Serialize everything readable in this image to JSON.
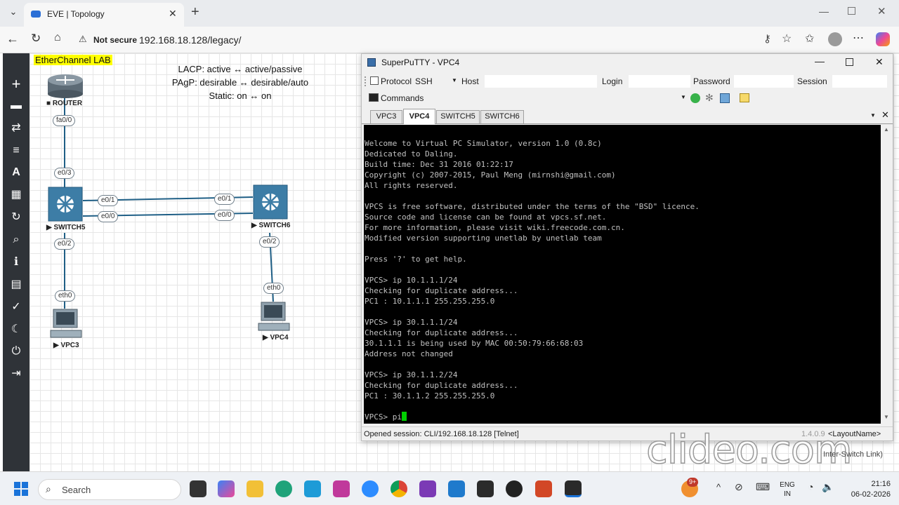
{
  "browser": {
    "tab_title": "EVE | Topology",
    "security_label": "Not secure",
    "url": "192.168.18.128/legacy/"
  },
  "topology": {
    "lab_title": "EtherChannel LAB",
    "notes": [
      "LACP: active ↔ active/passive",
      "PAgP: desirable ↔ desirable/auto",
      "Static: on ↔ on"
    ],
    "nodes": {
      "router": "ROUTER",
      "switch5": "SWITCH5",
      "switch6": "SWITCH6",
      "vpc3": "VPC3",
      "vpc4": "VPC4"
    },
    "ports": {
      "router_fa00": "fa0/0",
      "sw5_e03": "e0/3",
      "sw5_e01": "e0/1",
      "sw5_e00": "e0/0",
      "sw6_e01": "e0/1",
      "sw6_e00": "e0/0",
      "sw5_e02": "e0/2",
      "vpc3_eth0": "eth0",
      "sw6_e02": "e0/2",
      "vpc4_eth0": "eth0"
    }
  },
  "putty": {
    "window_title": "SuperPuTTY - VPC4",
    "protocol_label": "Protocol",
    "protocol_value": "SSH",
    "host_label": "Host",
    "login_label": "Login",
    "password_label": "Password",
    "session_label": "Session",
    "commands_label": "Commands",
    "tabs": [
      "VPC3",
      "VPC4",
      "SWITCH5",
      "SWITCH6"
    ],
    "terminal_lines": [
      "Welcome to Virtual PC Simulator, version 1.0 (0.8c)",
      "Dedicated to Daling.",
      "Build time: Dec 31 2016 01:22:17",
      "Copyright (c) 2007-2015, Paul Meng (mirnshi@gmail.com)",
      "All rights reserved.",
      "",
      "VPCS is free software, distributed under the terms of the \"BSD\" licence.",
      "Source code and license can be found at vpcs.sf.net.",
      "For more information, please visit wiki.freecode.com.cn.",
      "Modified version supporting unetlab by unetlab team",
      "",
      "Press '?' to get help.",
      "",
      "VPCS> ip 10.1.1.1/24",
      "Checking for duplicate address...",
      "PC1 : 10.1.1.1 255.255.255.0",
      "",
      "VPCS> ip 30.1.1.1/24",
      "Checking for duplicate address...",
      "30.1.1.1 is being used by MAC 00:50:79:66:68:03",
      "Address not changed",
      "",
      "VPCS> ip 30.1.1.2/24",
      "Checking for duplicate address...",
      "PC1 : 30.1.1.2 255.255.255.0",
      ""
    ],
    "prompt_line": "VPCS> pi",
    "status_text": "Opened session: CLI/192.168.18.128 [Telnet]",
    "version": "1.4.0.9",
    "layout_name": "<LayoutName>"
  },
  "watermark": "clideo.com",
  "watermark_sub": "Inter-Switch Link)",
  "taskbar": {
    "search_placeholder": "Search",
    "badge": "9+",
    "lang_top": "ENG",
    "lang_bottom": "IN",
    "time": "21:16",
    "date": "06-02-2026"
  }
}
